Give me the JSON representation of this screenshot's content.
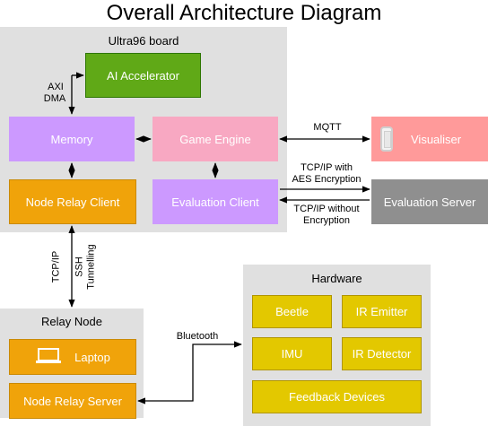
{
  "title": "Overall Architecture Diagram",
  "ultra96": {
    "label": "Ultra96 board",
    "ai_accelerator": "AI Accelerator",
    "memory": "Memory",
    "game_engine": "Game Engine",
    "node_relay_client": "Node Relay Client",
    "evaluation_client": "Evaluation Client"
  },
  "visualiser": "Visualiser",
  "evaluation_server": "Evaluation Server",
  "relay_node": {
    "label": "Relay Node",
    "laptop": "Laptop",
    "node_relay_server": "Node Relay Server"
  },
  "hardware": {
    "label": "Hardware",
    "beetle": "Beetle",
    "ir_emitter": "IR Emitter",
    "imu": "IMU",
    "ir_detector": "IR Detector",
    "feedback_devices": "Feedback Devices"
  },
  "edges": {
    "axi": "AXI",
    "dma": "DMA",
    "mqtt": "MQTT",
    "tcp_aes_1": "TCP/IP with",
    "tcp_aes_2": "AES Encryption",
    "tcp_noenc_1": "TCP/IP without",
    "tcp_noenc_2": "Encryption",
    "tcpip": "TCP/IP",
    "ssh": "SSH",
    "tunnelling": "Tunnelling",
    "bluetooth": "Bluetooth"
  },
  "colors": {
    "panel": "#e0e0e0",
    "green": "#60a917",
    "purple": "#cc99ff",
    "pink": "#f8a8c2",
    "orange": "#f0a30a",
    "salmon": "#ff9a9a",
    "grey": "#8f8f8f",
    "yellow": "#e3c800"
  },
  "icons": {
    "visualiser": "phone-icon",
    "laptop": "laptop-icon"
  }
}
